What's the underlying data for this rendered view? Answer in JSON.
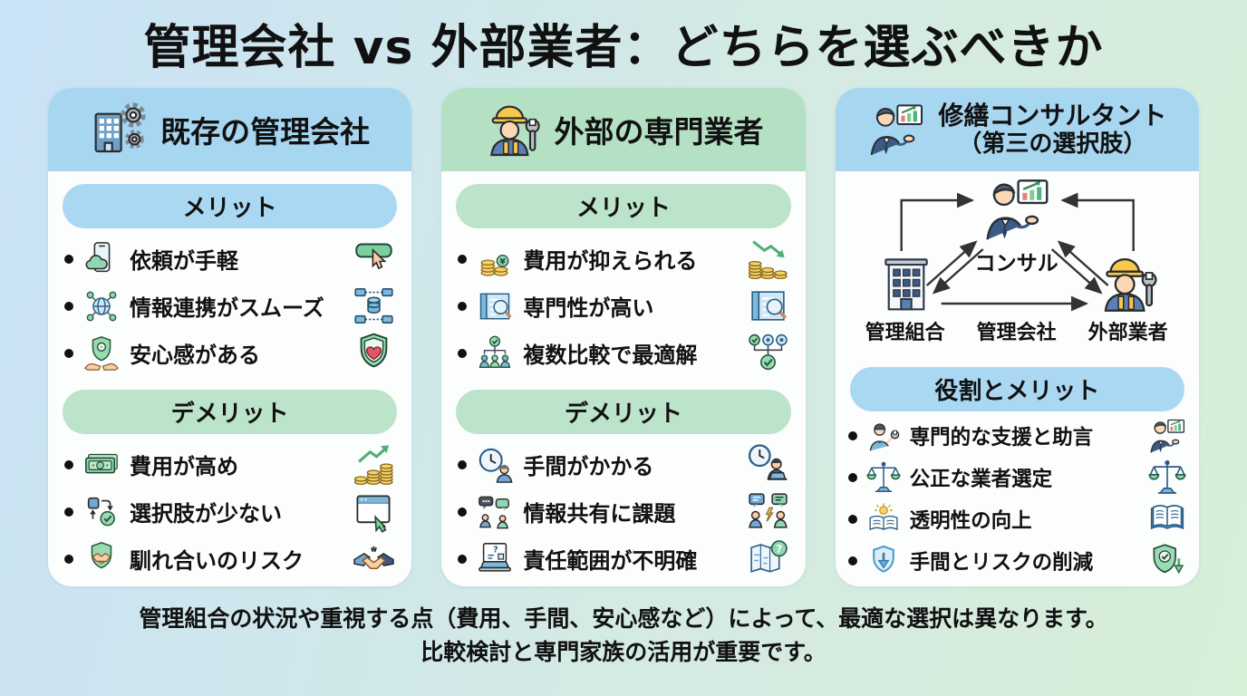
{
  "title": "管理会社 vs 外部業者：どちらを選ぶべきか",
  "columns": [
    {
      "header": {
        "label": "既存の管理会社",
        "icon": "building-gears"
      },
      "sections": [
        {
          "label": "メリット",
          "tone": "blue",
          "items": [
            {
              "text": "依頼が手軽",
              "icon_left": "phone-cloud",
              "icon_right": "button-click"
            },
            {
              "text": "情報連携がスムーズ",
              "icon_left": "globe-network",
              "icon_right": "database-network"
            },
            {
              "text": "安心感がある",
              "icon_left": "shield-hands",
              "icon_right": "shield-heart"
            }
          ]
        },
        {
          "label": "デメリット",
          "tone": "green",
          "items": [
            {
              "text": "費用が高め",
              "icon_left": "banknote",
              "icon_right": "coins-up"
            },
            {
              "text": "選択肢が少ない",
              "icon_left": "swap-check",
              "icon_right": "browser-cursor"
            },
            {
              "text": "馴れ合いのリスク",
              "icon_left": "shield-handshake",
              "icon_right": "handshake"
            }
          ]
        }
      ]
    },
    {
      "header": {
        "label": "外部の専門業者",
        "icon": "worker-wrench"
      },
      "sections": [
        {
          "label": "メリット",
          "tone": "green",
          "items": [
            {
              "text": "費用が抑えられる",
              "icon_left": "coins",
              "icon_right": "coins-down"
            },
            {
              "text": "専門性が高い",
              "icon_left": "blueprint-magnifier",
              "icon_right": "blueprint-magnifier"
            },
            {
              "text": "複数比較で最適解",
              "icon_left": "team-tree",
              "icon_right": "options-tree"
            }
          ]
        },
        {
          "label": "デメリット",
          "tone": "green",
          "items": [
            {
              "text": "手間がかかる",
              "icon_left": "clock-person",
              "icon_right": "clock-laptop"
            },
            {
              "text": "情報共有に課題",
              "icon_left": "chat-people",
              "icon_right": "chat-conflict"
            },
            {
              "text": "責任範囲が不明確",
              "icon_left": "laptop-question",
              "icon_right": "map-question"
            }
          ]
        }
      ]
    },
    {
      "header": {
        "label": "修繕コンサルタント",
        "label2": "（第三の選択肢）",
        "icon": "consultant-chart"
      },
      "diagram": {
        "top_label": "コンサル",
        "left_label": "管理組合",
        "center_label": "管理会社",
        "right_label": "外部業者"
      },
      "sections": [
        {
          "label": "役割とメリット",
          "tone": "blue",
          "items": [
            {
              "text": "専門的な支援と助言",
              "icon_left": "engineer-wrench",
              "icon_right": "consultant-chart"
            },
            {
              "text": "公正な業者選定",
              "icon_left": "scales",
              "icon_right": "scales"
            },
            {
              "text": "透明性の向上",
              "icon_left": "book-sun",
              "icon_right": "book"
            },
            {
              "text": "手間とリスクの削減",
              "icon_left": "shield-down",
              "icon_right": "shield-check-down"
            }
          ]
        }
      ]
    }
  ],
  "footer": {
    "line1": "管理組合の状況や重視する点（費用、手間、安心感など）によって、最適な選択は異なります。",
    "line2": "比較検討と専門家族の活用が重要です。"
  },
  "colors": {
    "header_blue": "#a7d6f1",
    "header_green": "#b4e0c3",
    "pill_blue": "#aad8f3",
    "pill_green": "#bce4ca",
    "card_bg": "#fcfdfd",
    "bg_left": "#c9e2f6",
    "bg_right": "#d7eed7"
  }
}
